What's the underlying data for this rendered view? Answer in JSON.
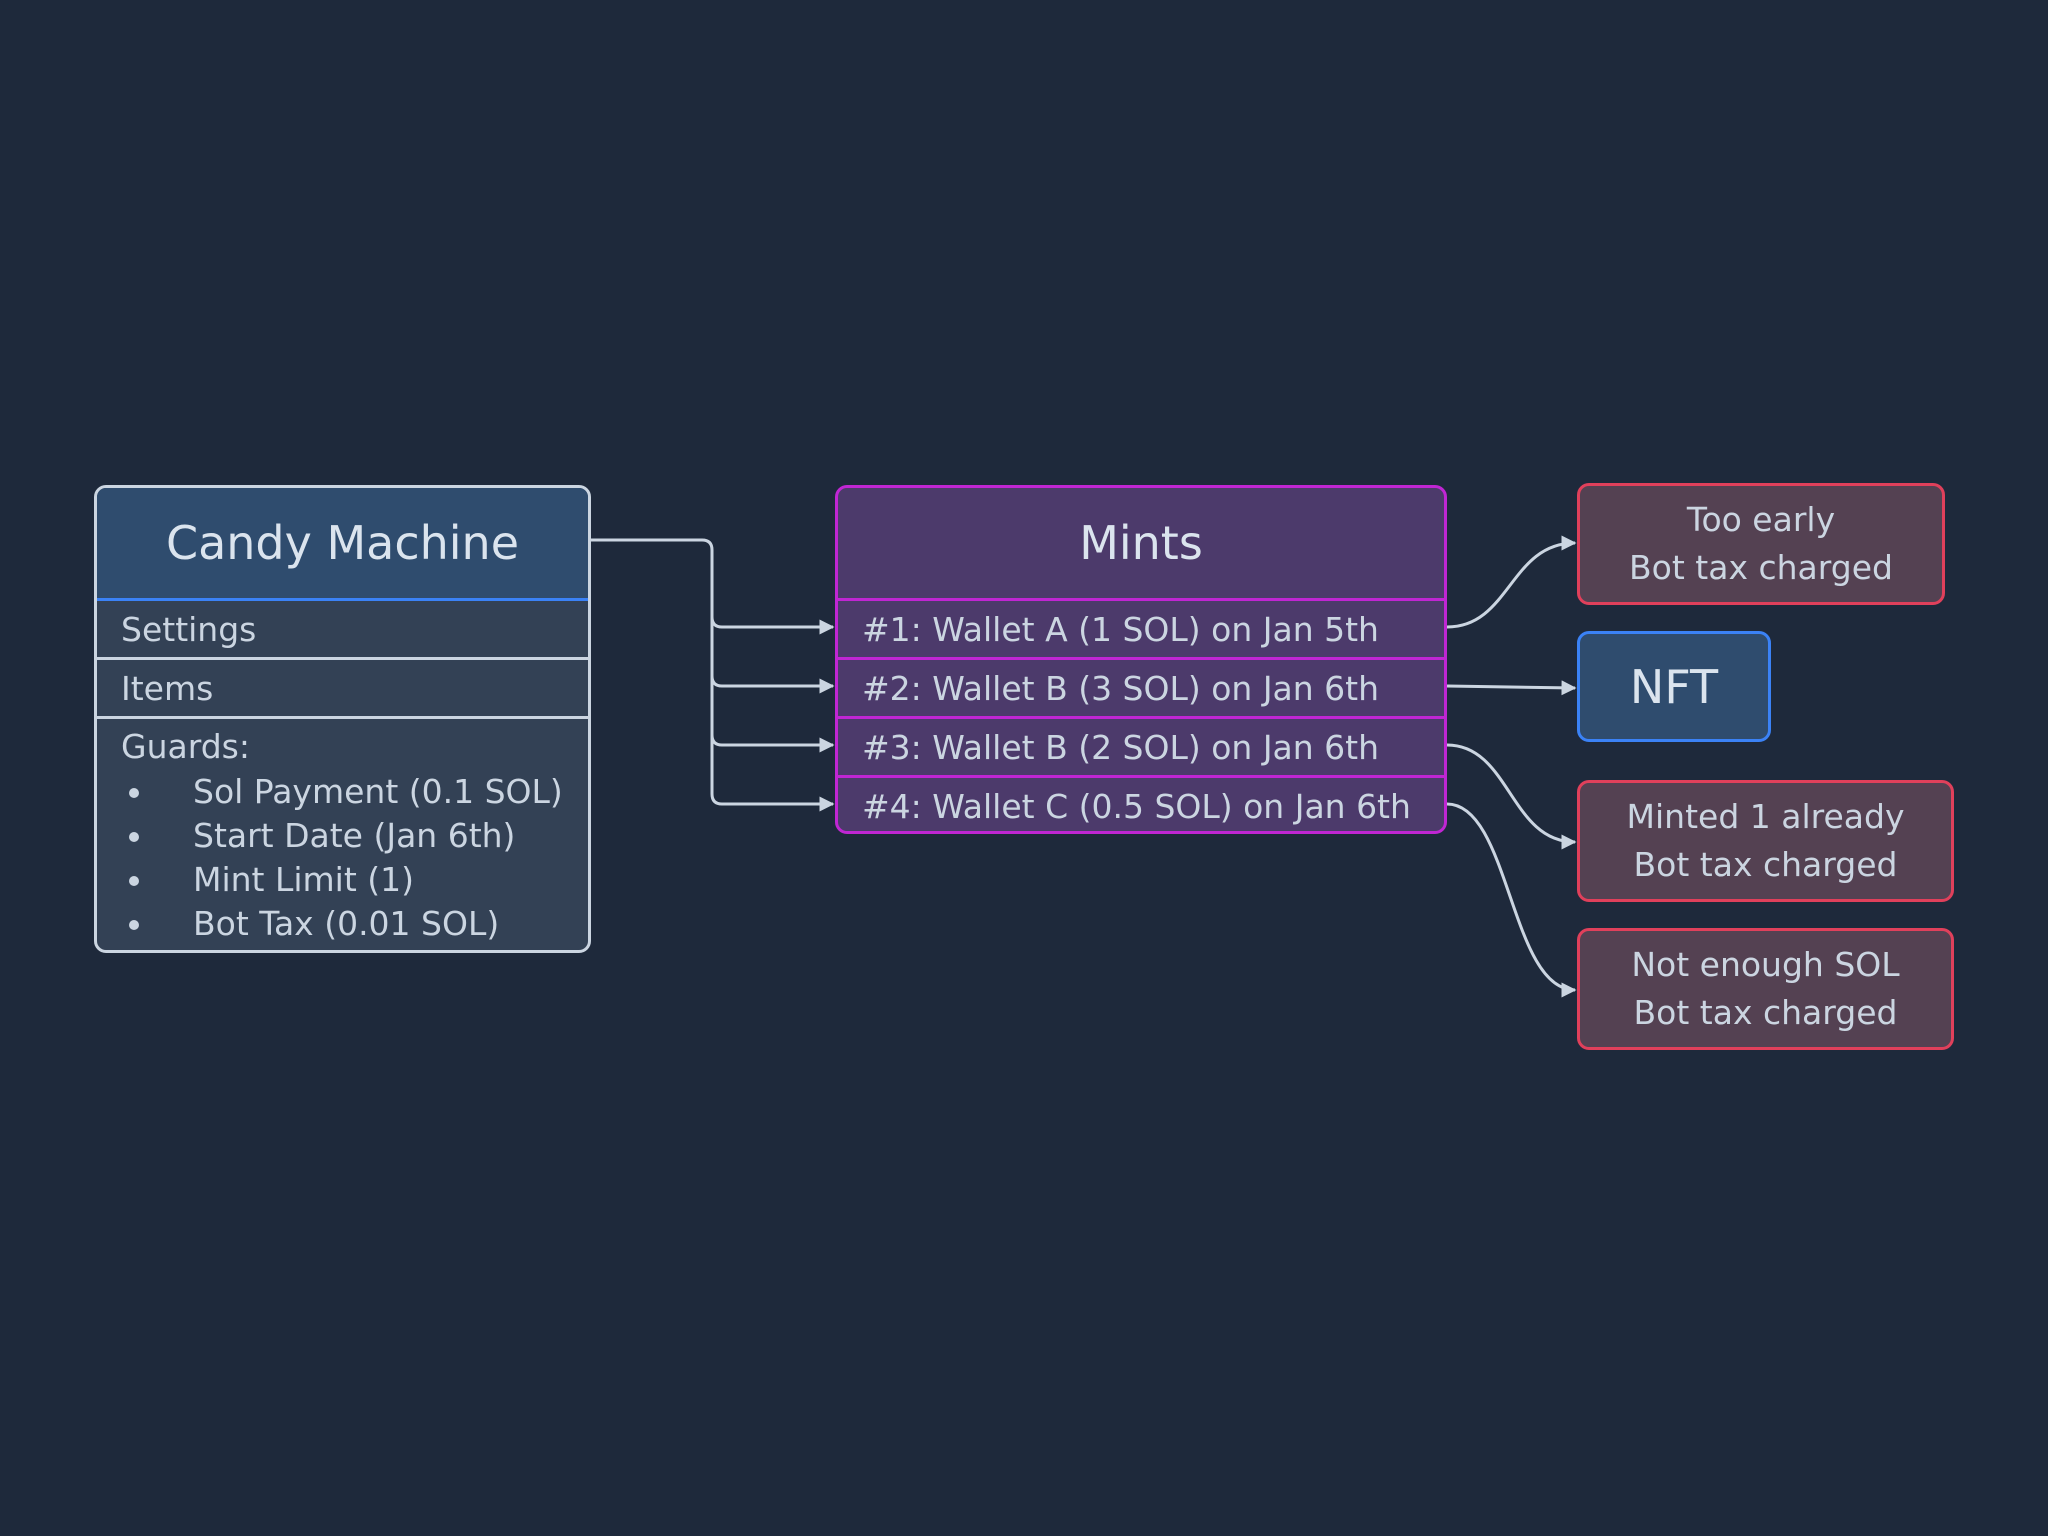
{
  "candy_machine": {
    "title": "Candy Machine",
    "settings_label": "Settings",
    "items_label": "Items",
    "guards_label": "Guards:",
    "guards": [
      "Sol Payment (0.1 SOL)",
      "Start Date (Jan 6th)",
      "Mint Limit (1)",
      "Bot Tax (0.01 SOL)"
    ]
  },
  "mints": {
    "title": "Mints",
    "rows": [
      "#1: Wallet A (1 SOL) on Jan 5th",
      "#2: Wallet B (3 SOL) on Jan 6th",
      "#3: Wallet B (2 SOL) on Jan 6th",
      "#4: Wallet C (0.5 SOL) on Jan 6th"
    ]
  },
  "outcomes": {
    "too_early": {
      "line1": "Too early",
      "line2": "Bot tax charged"
    },
    "nft": "NFT",
    "minted_already": {
      "line1": "Minted 1 already",
      "line2": "Bot tax charged"
    },
    "not_enough": {
      "line1": "Not enough SOL",
      "line2": "Bot tax charged"
    }
  },
  "colors": {
    "background": "#1e293b",
    "blue_accent": "#3b82f6",
    "purple_accent": "#c026d3",
    "red_accent": "#e0405b",
    "connector": "#cbd5e1"
  }
}
